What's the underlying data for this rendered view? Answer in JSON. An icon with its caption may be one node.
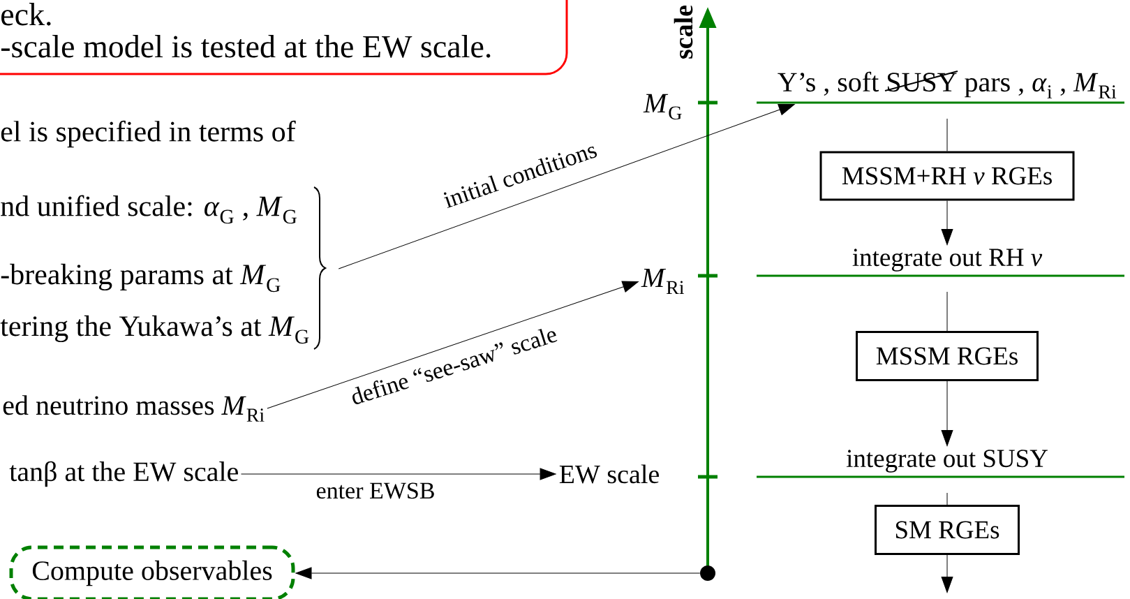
{
  "diagram": {
    "nodes": [
      {
        "text": [
          "eck.",
          "-scale model is tested at the EW scale."
        ]
      },
      {
        "text": [],
        "shape": "brace"
      },
      {
        "text": [
          "ed neutrino masses *M*$_{Ri}$"
        ]
      },
      {
        "text": [
          "tanβ at the EW scale"
        ]
      },
      {
        "text": [
          "Compute observables"
        ]
      },
      {
        "text": [
          "*M*$_{Ri}$"
        ]
      },
      {
        "text": [
          "EW scale"
        ]
      },
      {
        "text": [
          "Y’s ,  soft SUSY pars ,  *α*$_{i}$ ,  *M*$_{Ri}$"
        ]
      },
      {
        "text": [
          "MSSM+RH *ν*  RGEs"
        ]
      },
      {
        "text": [
          "integrate out RH *ν*"
        ]
      },
      {
        "text": [
          "MSSM  RGEs"
        ]
      },
      {
        "text": [
          "integrate out SUSY"
        ]
      },
      {
        "text": [
          "SM  RGEs"
        ]
      },
      {
        "text": [],
        "shape": "circle"
      }
    ],
    "edges": [
      {
        "from": 1,
        "to": 7,
        "arrow": "to",
        "label": "initial conditions"
      },
      {
        "from": 2,
        "to": 5,
        "arrow": "to",
        "label": "define “see-saw” scale"
      },
      {
        "from": 3,
        "to": 6,
        "arrow": "to",
        "label": "enter EWSB"
      },
      {
        "from": 13,
        "to": 4,
        "arrow": "to"
      },
      {
        "from": 7,
        "to": 8,
        "arrow": "none"
      },
      {
        "from": 8,
        "to": 9,
        "arrow": "to"
      },
      {
        "from": 9,
        "to": 10,
        "arrow": "none"
      },
      {
        "from": 10,
        "to": 11,
        "arrow": "to"
      },
      {
        "from": 11,
        "to": 12,
        "arrow": "none"
      },
      {
        "from": 12,
        "to": null,
        "arrow": "to"
      }
    ],
    "labels": [
      "scale",
      "*M*$_{G}$",
      "el is specified in terms of",
      "nd unified scale: *α*$_{G}$ , *M*$_{G}$",
      "-breaking params at *M*$_{G}$",
      "tering the Yukawa’s at *M*$_{G}$"
    ]
  }
}
